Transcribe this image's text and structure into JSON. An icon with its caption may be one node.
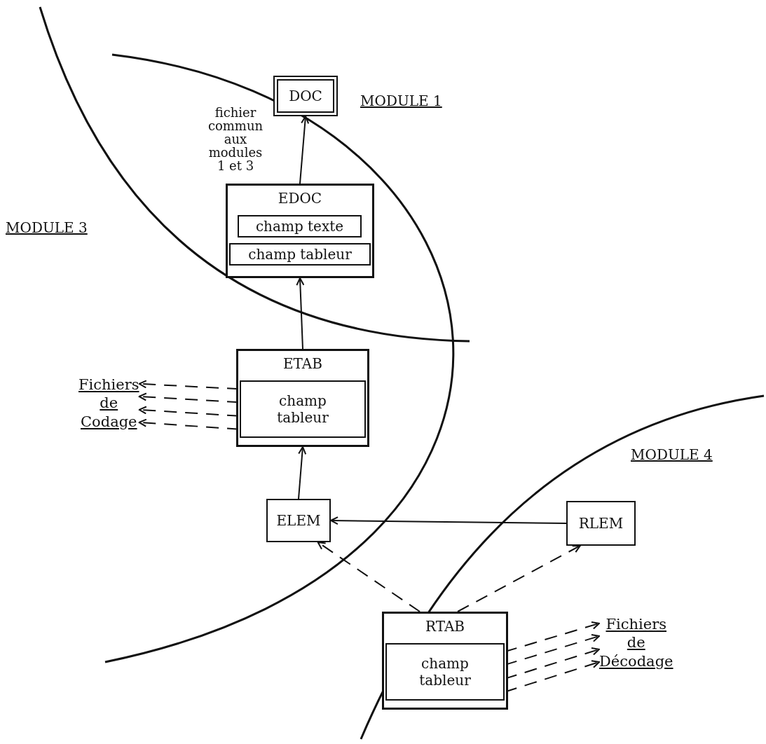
{
  "diagram": {
    "nodes": [
      {
        "text": [
          "DOC"
        ]
      },
      {
        "text": [
          "EDOC"
        ]
      },
      {
        "text": [
          "champ texte"
        ],
        "in": 1
      },
      {
        "text": [
          "champ tableur"
        ],
        "in": 1
      },
      {
        "text": [
          "ETAB"
        ]
      },
      {
        "text": [
          "champ tableur"
        ],
        "in": 4
      },
      {
        "text": [
          "ELEM"
        ]
      },
      {
        "text": [
          "RLEM"
        ]
      },
      {
        "text": [
          "RTAB"
        ]
      },
      {
        "text": [
          "champ tableur"
        ],
        "in": 8
      },
      {
        "text": [
          "Fichiers de Codage"
        ]
      },
      {
        "text": [
          "Fichiers de Décodage"
        ]
      }
    ],
    "edges": [
      {
        "from": 1,
        "to": 0,
        "arrow": "to"
      },
      {
        "from": 4,
        "to": 1,
        "arrow": "to"
      },
      {
        "from": 6,
        "to": 4,
        "arrow": "to"
      },
      {
        "from": 7,
        "to": 6,
        "arrow": "to"
      },
      {
        "from": 8,
        "to": 6,
        "arrow": "to",
        "style": "dashed"
      },
      {
        "from": 8,
        "to": 7,
        "arrow": "to",
        "style": "dashed"
      },
      {
        "from": 5,
        "to": 10,
        "arrow": "to",
        "style": "dashed"
      },
      {
        "from": 5,
        "to": 10,
        "arrow": "to",
        "style": "dashed"
      },
      {
        "from": 5,
        "to": 10,
        "arrow": "to",
        "style": "dashed"
      },
      {
        "from": 5,
        "to": 10,
        "arrow": "to",
        "style": "dashed"
      },
      {
        "from": 9,
        "to": 11,
        "arrow": "to",
        "style": "dashed"
      },
      {
        "from": 9,
        "to": 11,
        "arrow": "to",
        "style": "dashed"
      },
      {
        "from": 9,
        "to": 11,
        "arrow": "to",
        "style": "dashed"
      },
      {
        "from": 9,
        "to": 11,
        "arrow": "to",
        "style": "dashed"
      }
    ],
    "labels": [
      "fichier commun aux modules 1 et 3",
      "MODULE 1",
      "MODULE 3",
      "MODULE 4"
    ]
  }
}
